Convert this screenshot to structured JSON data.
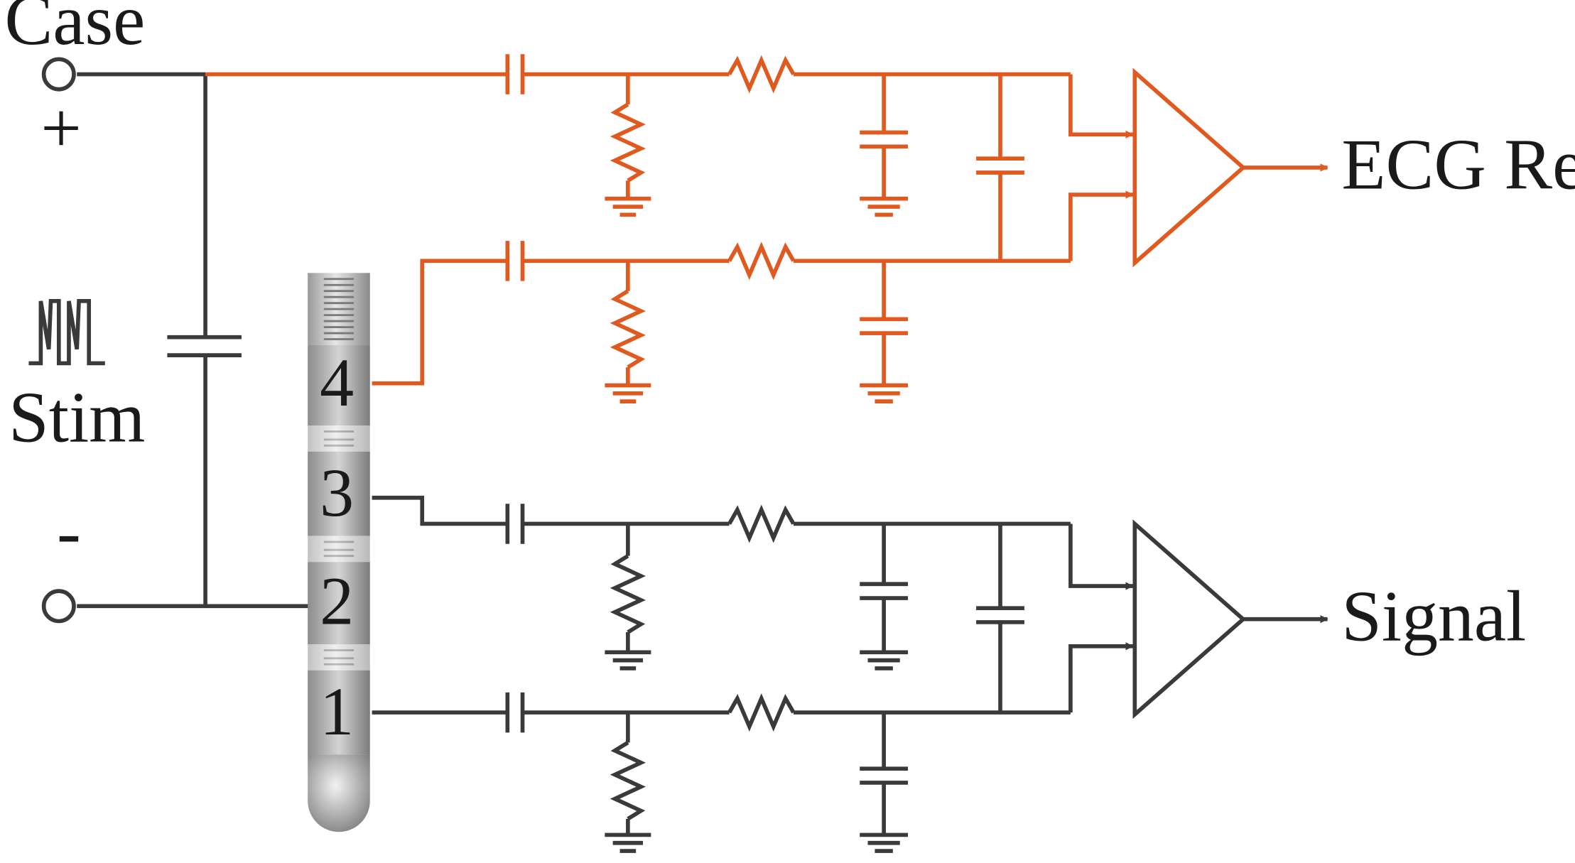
{
  "labels": {
    "case": "Case",
    "plus": "+",
    "minus": "-",
    "stim": "Stim",
    "ecg_ref": "ECG Ref",
    "signal": "Signal"
  },
  "electrodes": [
    "1",
    "2",
    "3",
    "4"
  ],
  "colors": {
    "ecg_path": "#e05a1f",
    "signal_path": "#3a3a3a",
    "lead_body": "#c8c8c8"
  }
}
